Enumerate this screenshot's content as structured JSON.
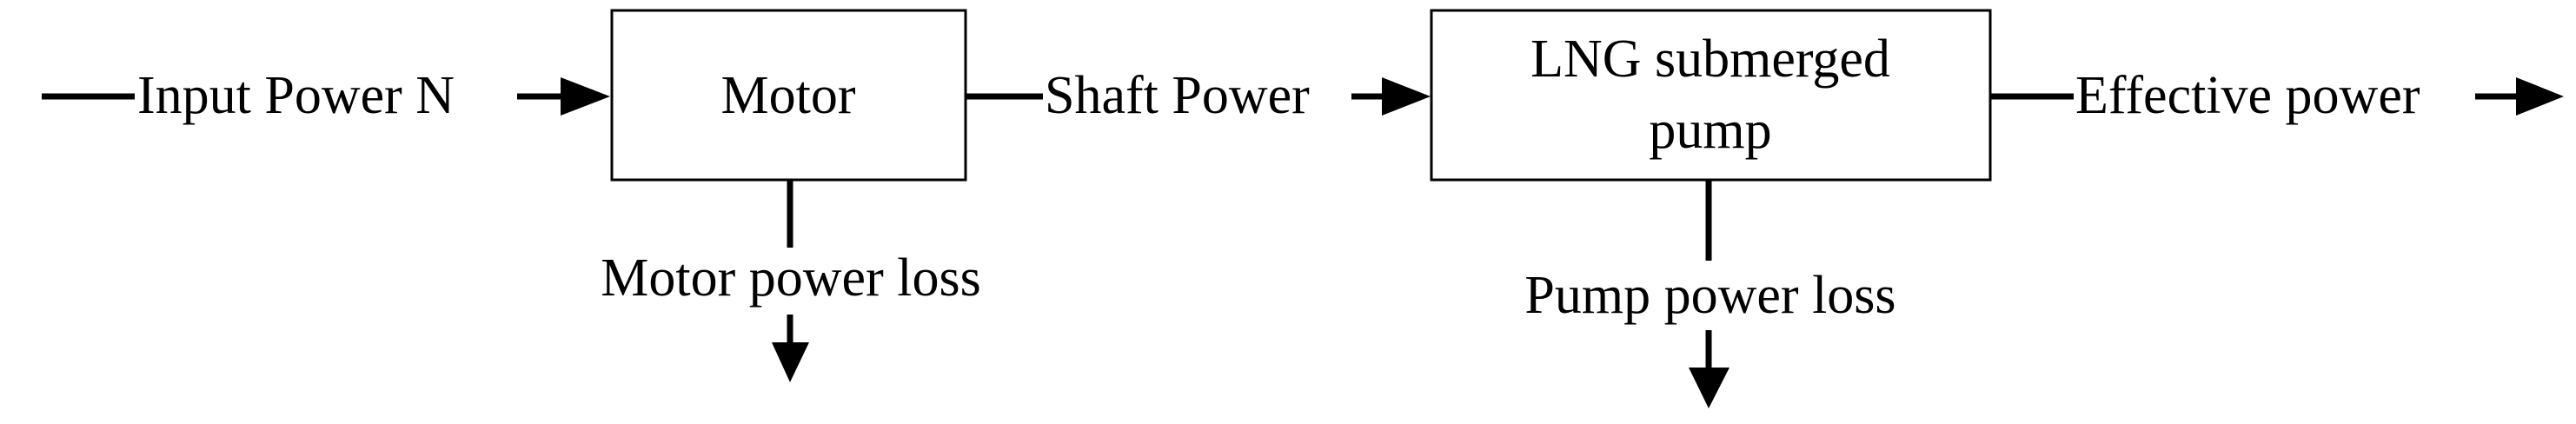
{
  "blocks": {
    "motor": {
      "label": "Motor"
    },
    "pump": {
      "line1": "LNG submerged",
      "line2": "pump"
    }
  },
  "flows": {
    "input": "Input Power N",
    "shaft": "Shaft Power",
    "effective": "Effective power",
    "motor_loss": "Motor power loss",
    "pump_loss": "Pump power loss"
  }
}
